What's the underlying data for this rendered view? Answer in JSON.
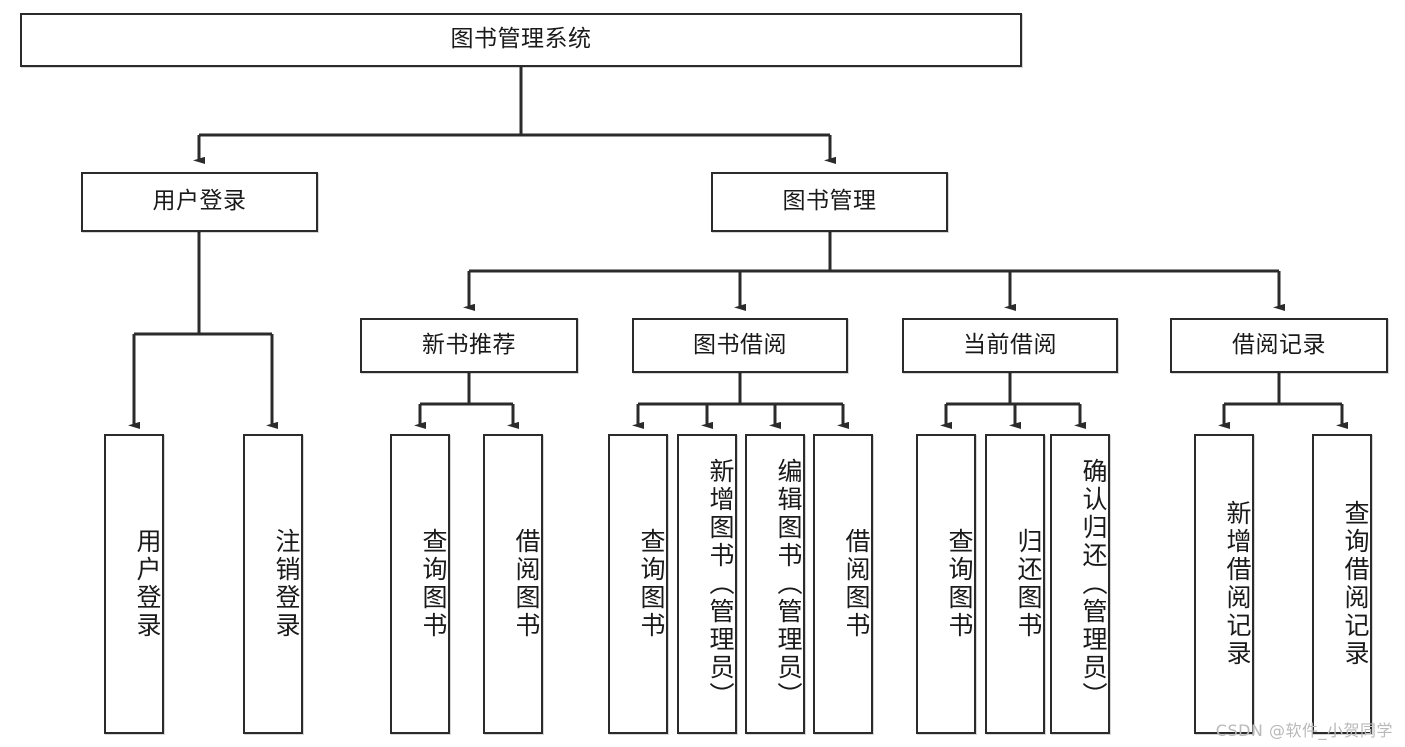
{
  "diagram": {
    "type": "tree",
    "title": "图书管理系统",
    "background_color": "#ffffff",
    "line_color": "#2b2b2b",
    "box_border_color": "#2b2b2b",
    "box_fill_color": "#ffffff",
    "text_color": "#1a1a1a"
  },
  "root": {
    "label": "图书管理系统"
  },
  "level2": {
    "user_login": {
      "label": "用户登录"
    },
    "book_manage": {
      "label": "图书管理"
    }
  },
  "level3": {
    "new_book_recommend": {
      "label": "新书推荐"
    },
    "book_borrow": {
      "label": "图书借阅"
    },
    "current_borrow": {
      "label": "当前借阅"
    },
    "borrow_record": {
      "label": "借阅记录"
    }
  },
  "leaves": {
    "user_login": [
      {
        "label": "用户登录"
      },
      {
        "label": "注销登录"
      }
    ],
    "new_book_recommend": [
      {
        "label": "查询图书"
      },
      {
        "label": "借阅图书"
      }
    ],
    "book_borrow": [
      {
        "label": "查询图书"
      },
      {
        "label": "新增图书（管理员）"
      },
      {
        "label": "编辑图书（管理员）"
      },
      {
        "label": "借阅图书"
      }
    ],
    "current_borrow": [
      {
        "label": "查询图书"
      },
      {
        "label": "归还图书"
      },
      {
        "label": "确认归还（管理员）"
      }
    ],
    "borrow_record": [
      {
        "label": "新增借阅记录"
      },
      {
        "label": "查询借阅记录"
      }
    ]
  },
  "watermark": {
    "text": "CSDN @软件_小贺同学"
  }
}
